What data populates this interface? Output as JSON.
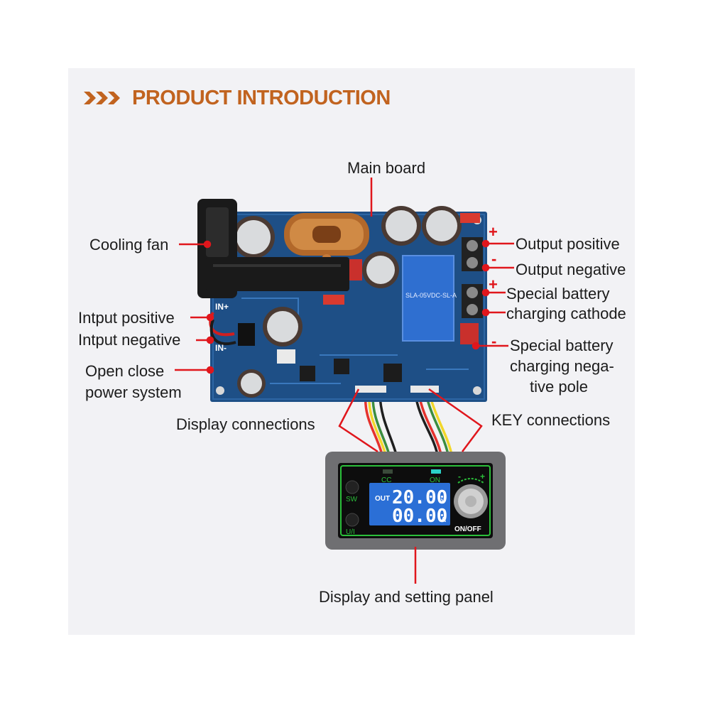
{
  "header": {
    "title": "PRODUCT INTRODUCTION"
  },
  "labels": {
    "main_board": "Main board",
    "cooling_fan": "Cooling fan",
    "input_positive": "Intput positive",
    "input_negative": "Intput negative",
    "open_close_1": "Open close",
    "open_close_2": "power system",
    "output_positive": "Output positive",
    "output_negative": "Output negative",
    "battery_cathode_1": "Special battery",
    "battery_cathode_2": "charging cathode",
    "battery_negative_1": "Special battery",
    "battery_negative_2": "charging nega-",
    "battery_negative_3": "tive pole",
    "display_connections": "Display connections",
    "key_connections": "KEY connections",
    "display_panel": "Display and setting panel"
  },
  "signs": {
    "plus": "+",
    "minus": "-"
  },
  "board": {
    "in_plus": "IN+",
    "in_minus": "IN-",
    "relay_text": "SLA-05VDC-SL-A"
  },
  "panel": {
    "cc": "CC",
    "on": "ON",
    "out": "OUT",
    "voltage": "20.00",
    "voltage_unit": "V",
    "current": "00.00",
    "current_unit": "A",
    "sw": "SW",
    "ui": "U/I",
    "on_off": "ON/OFF",
    "minus": "-",
    "plus": "+"
  },
  "colors": {
    "accent": "#c1631f",
    "callout": "#e0161c",
    "pcb": "#1e4f86",
    "lcd": "#2b6fd6",
    "panel_frame": "#6f6f72"
  }
}
